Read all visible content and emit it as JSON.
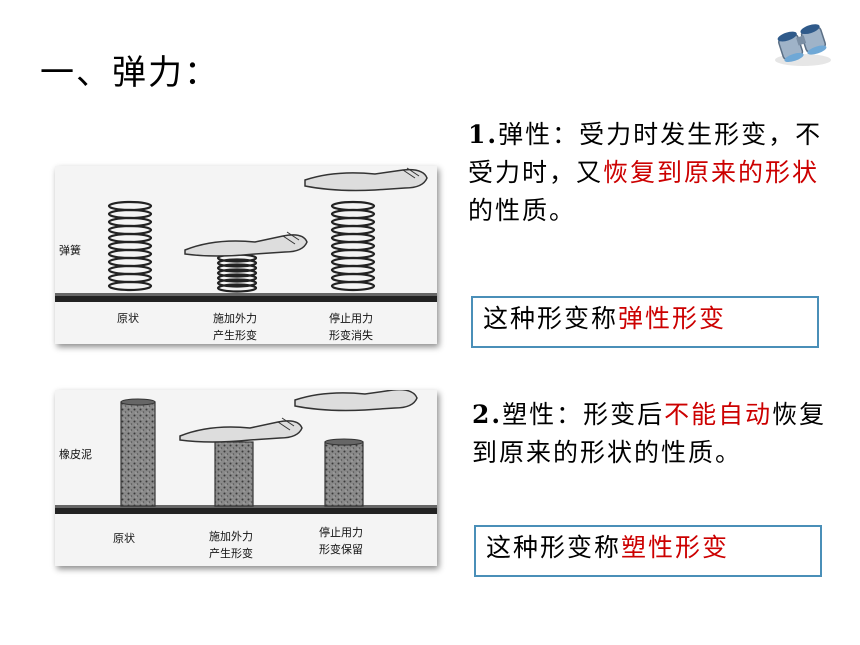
{
  "title": "一、弹力：",
  "icons": {
    "corner": "binoculars-icon"
  },
  "figure1": {
    "side_label": "弹簧",
    "captions": [
      {
        "line1": "原状",
        "line2": ""
      },
      {
        "line1": "施加外力",
        "line2": "产生形变"
      },
      {
        "line1": "停止用力",
        "line2": "形变消失"
      }
    ]
  },
  "figure2": {
    "side_label": "橡皮泥",
    "captions": [
      {
        "line1": "原状",
        "line2": ""
      },
      {
        "line1": "施加外力",
        "line2": "产生形变"
      },
      {
        "line1": "停止用力",
        "line2": "形变保留"
      }
    ]
  },
  "section1": {
    "number": "1",
    "sep": ".",
    "text_a": "弹性：受力时发生形变，不受力时，又",
    "highlight": "恢复到原来的形状",
    "text_b": "的性质。"
  },
  "box1": {
    "prefix": "这种形变称",
    "highlight": "弹性形变"
  },
  "section2": {
    "number": "2",
    "sep": ".",
    "text_a": "塑性：形变后",
    "highlight": "不能自动",
    "text_b": "恢复到原来的形状的性质。"
  },
  "box2": {
    "prefix": "这种形变称",
    "highlight": "塑性形变"
  },
  "colors": {
    "highlight": "#cc0000",
    "box_border": "#4a8fb8"
  }
}
